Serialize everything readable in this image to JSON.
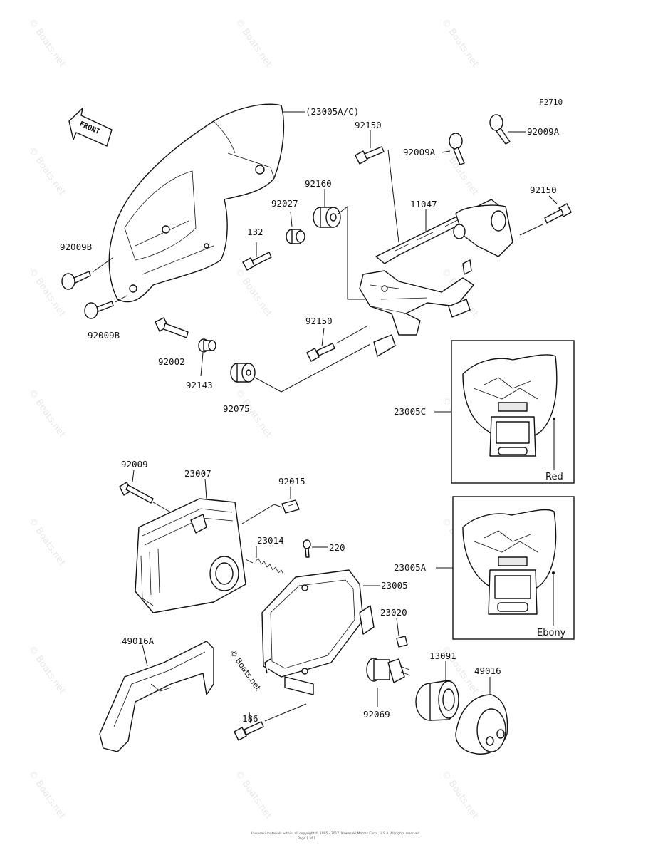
{
  "figure_code": "F2710",
  "front_label": "FRONT",
  "watermark": "© Boats.net",
  "center_watermark": "© Boats.net",
  "parts": {
    "p23005ac": "(23005A/C)",
    "p92150_top": "92150",
    "p92009a_1": "92009A",
    "p92009a_2": "92009A",
    "p92160": "92160",
    "p92027": "92027",
    "p11047": "11047",
    "p92150_right": "92150",
    "p132": "132",
    "p92009b_1": "92009B",
    "p92009b_2": "92009B",
    "p92150_mid": "92150",
    "p92002": "92002",
    "p92143": "92143",
    "p92075": "92075",
    "p23005c": "23005C",
    "p92009": "92009",
    "p23007": "23007",
    "p92015": "92015",
    "p23014": "23014",
    "p220": "220",
    "p23005": "23005",
    "p23020": "23020",
    "p23005a": "23005A",
    "p49016a": "49016A",
    "p13091": "13091",
    "p49016": "49016",
    "p186": "186",
    "p92069": "92069"
  },
  "colors": {
    "red_label": "Red",
    "ebony_label": "Ebony"
  },
  "footer": {
    "line1": "Kawasaki materials within, all copyright © 1995 - 2017, Kawasaki Motors Corp., U.S.A. All rights reserved.",
    "line2": "Page 1 of 1"
  }
}
